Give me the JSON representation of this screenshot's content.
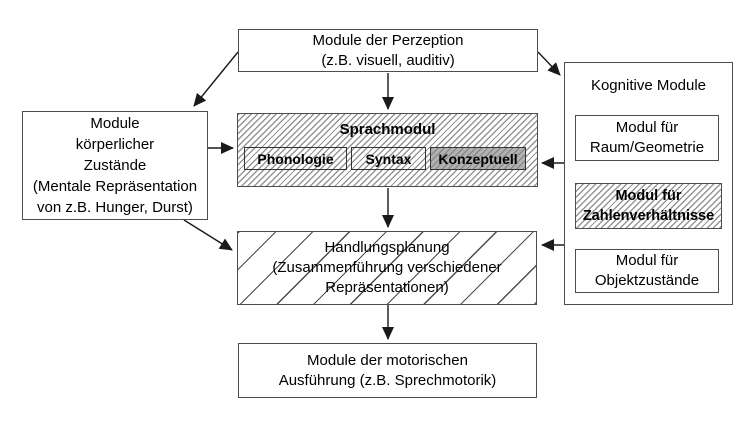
{
  "diagram": {
    "type": "block-diagram",
    "language": "de",
    "colors": {
      "background": "#ffffff",
      "box_border": "#4d4d4d",
      "text": "#000000",
      "fine_hatch": "#969696",
      "wide_hatch": "#4a4a4a",
      "konzeptuell_fill": "#b2b2b2",
      "arrow": "#1a1a1a"
    },
    "boxes": {
      "perzeption": {
        "label": "Module der Perzeption\n(z.B. visuell, auditiv)"
      },
      "koerperliche_zustaende": {
        "label": "Module\nkörperlicher\nZustände\n(Mentale Repräsentation\nvon z.B. Hunger, Durst)"
      },
      "sprachmodul": {
        "title": "Sprachmodul",
        "submodules": [
          {
            "label": "Phonologie"
          },
          {
            "label": "Syntax"
          },
          {
            "label": "Konzeptuell"
          }
        ]
      },
      "handlungsplanung": {
        "label": "Handlungsplanung\n(Zusammenführung verschiedener\nRepräsentationen)"
      },
      "motorische_ausfuehrung": {
        "label": "Module der motorischen\nAusführung (z.B. Sprechmotorik)"
      },
      "kognitive_module": {
        "title": "Kognitive Module",
        "submodules": [
          {
            "label": "Modul für\nRaum/Geometrie"
          },
          {
            "label": "Modul für\nZahlenverhältnisse"
          },
          {
            "label": "Modul für\nObjektzustände"
          }
        ]
      }
    },
    "edges": [
      {
        "from": "module-der-perzeption",
        "to": "module-koerperlicher-zustaende"
      },
      {
        "from": "module-der-perzeption",
        "to": "sprachmodul"
      },
      {
        "from": "module-der-perzeption",
        "to": "kognitive-module"
      },
      {
        "from": "module-koerperlicher-zustaende",
        "to": "sprachmodul"
      },
      {
        "from": "kognitive-module",
        "to": "sprachmodul"
      },
      {
        "from": "sprachmodul",
        "to": "handlungsplanung"
      },
      {
        "from": "module-koerperlicher-zustaende",
        "to": "handlungsplanung"
      },
      {
        "from": "kognitive-module",
        "to": "handlungsplanung"
      },
      {
        "from": "handlungsplanung",
        "to": "module-der-motorischen-ausfuehrung"
      }
    ]
  }
}
